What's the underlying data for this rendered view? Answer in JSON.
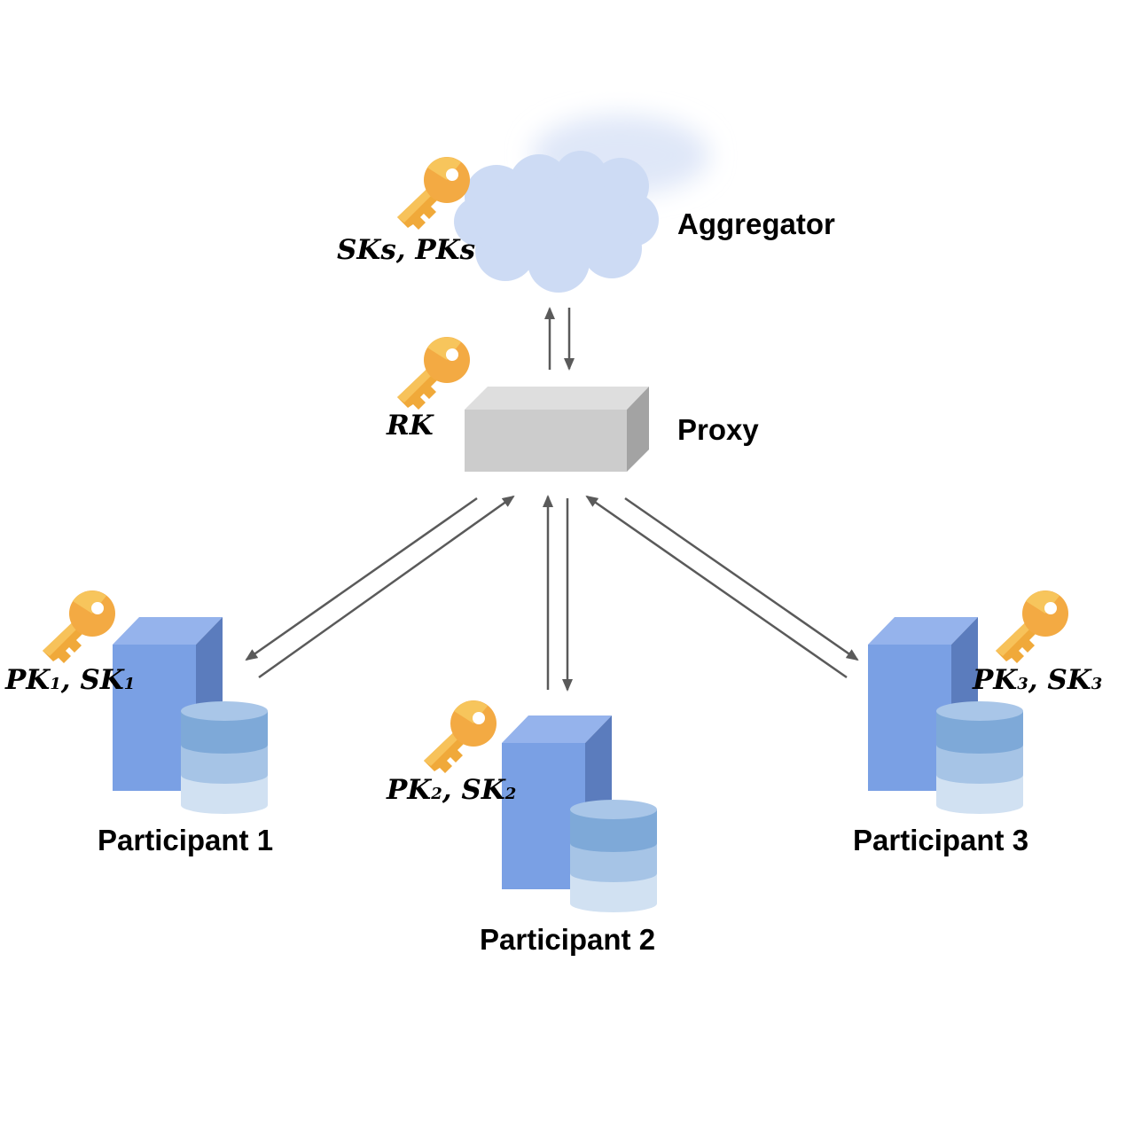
{
  "nodes": {
    "aggregator": {
      "label": "Aggregator",
      "key": "SKs, PKs"
    },
    "proxy": {
      "label": "Proxy",
      "key": "RK"
    },
    "participant1": {
      "label": "Participant 1",
      "key_main": "PK",
      "key_sub1": "1",
      "key_mid": ", SK",
      "key_sub2": "1"
    },
    "participant2": {
      "label": "Participant 2",
      "key_main": "PK",
      "key_sub1": "2",
      "key_mid": ", SK",
      "key_sub2": "2"
    },
    "participant3": {
      "label": "Participant 3",
      "key_main": "PK",
      "key_sub1": "3",
      "key_mid": ", SK",
      "key_sub2": "3"
    }
  },
  "colors": {
    "cloud": "#cddbf4",
    "proxy_front": "#cccccc",
    "proxy_top": "#dedede",
    "proxy_side": "#a3a3a3",
    "server_front": "#7aa0e4",
    "server_top": "#95b3ec",
    "server_side": "#5b7cbd",
    "db_top": "#a9c6e8",
    "db_band1": "#7ea9d8",
    "db_band2": "#a6c4e6",
    "db_band3": "#d1e1f2",
    "key": "#f5b345",
    "arrow": "#5a5a5a"
  },
  "icons": [
    "cloud-icon",
    "key-icon",
    "proxy-box-icon",
    "server-icon",
    "database-icon"
  ]
}
